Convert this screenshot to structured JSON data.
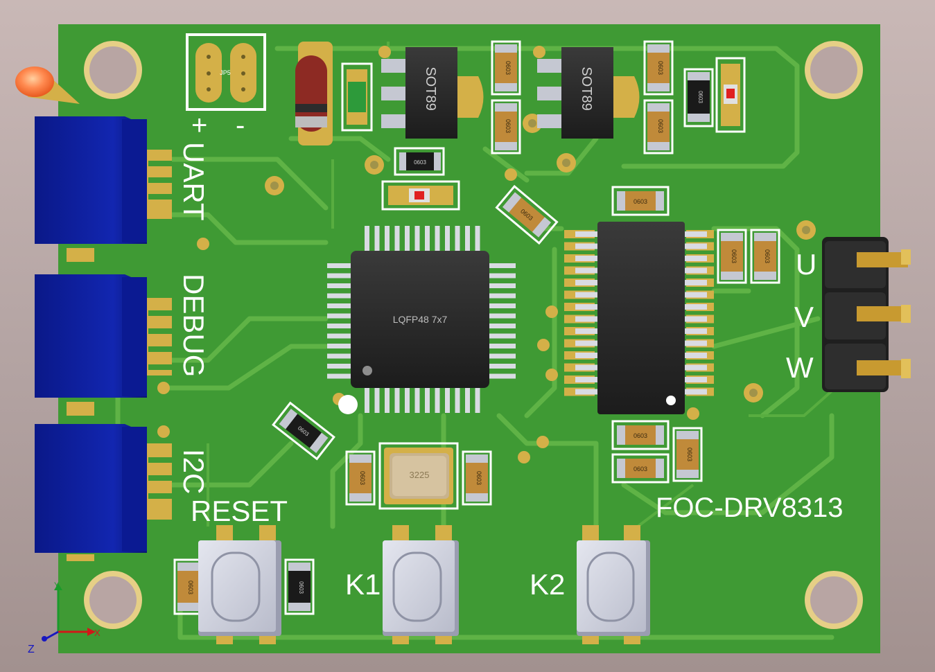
{
  "board": {
    "name": "FOC-DRV8313",
    "colors": {
      "board": "#3f9a34",
      "copper": "#5fb346",
      "pad": "#d4b048",
      "connector": "#0c1d9e",
      "switch": "#d2d4df"
    }
  },
  "labels": {
    "uart": "UART",
    "debug": "DEBUG",
    "i2c": "I2C",
    "reset": "RESET",
    "k1": "K1",
    "k2": "K2",
    "phase_u": "U",
    "phase_v": "V",
    "phase_w": "W",
    "plus": "+",
    "minus": "-",
    "jumper": "JP5"
  },
  "components": {
    "mcu_package": "LQFP48  7x7",
    "ldo1_package": "SOT89",
    "ldo2_package": "SOT89",
    "crystal": "3225",
    "passive": "0603"
  },
  "axes": {
    "x": "X",
    "y": "Y",
    "z": "Z"
  }
}
